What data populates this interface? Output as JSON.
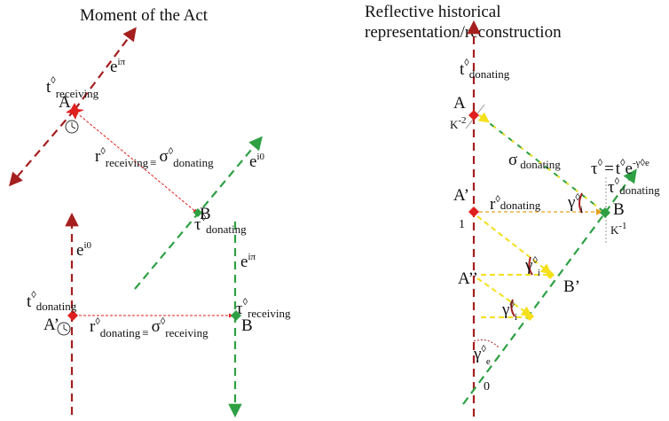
{
  "titles": {
    "left": "Moment of the Act",
    "right_line1": "Reflective historical",
    "right_line2": "representation/reconstruction"
  },
  "symbols": {
    "diamond": "◊",
    "t": "t",
    "r": "r",
    "tau": "τ",
    "sigma": "σ",
    "gamma": "γ",
    "e": "e",
    "equiv": "≡",
    "eq": "=",
    "i0": "i0",
    "ipi": "iπ",
    "receiving": "receiving",
    "donating": "donating",
    "minus": "-",
    "sub_i": "i",
    "sub_e": "e"
  },
  "points": {
    "A": "A",
    "A_prime": "A’",
    "A_dprime": "A’’",
    "B": "B",
    "B_prime": "B’"
  },
  "numbers": {
    "one": "1",
    "zero": "0",
    "K_minus2": "K-2",
    "K_minus1": "K-1",
    "K": "K",
    "exp_m2": "-2",
    "exp_m1": "-1"
  },
  "colors": {
    "dark_red": "#a51f1f",
    "red": "#e0201e",
    "green": "#2ea043",
    "yellow": "#f4e01b",
    "dark_green": "#1d8a3a",
    "gray": "#9a9a9a"
  },
  "icons": [
    "clock-icon"
  ]
}
